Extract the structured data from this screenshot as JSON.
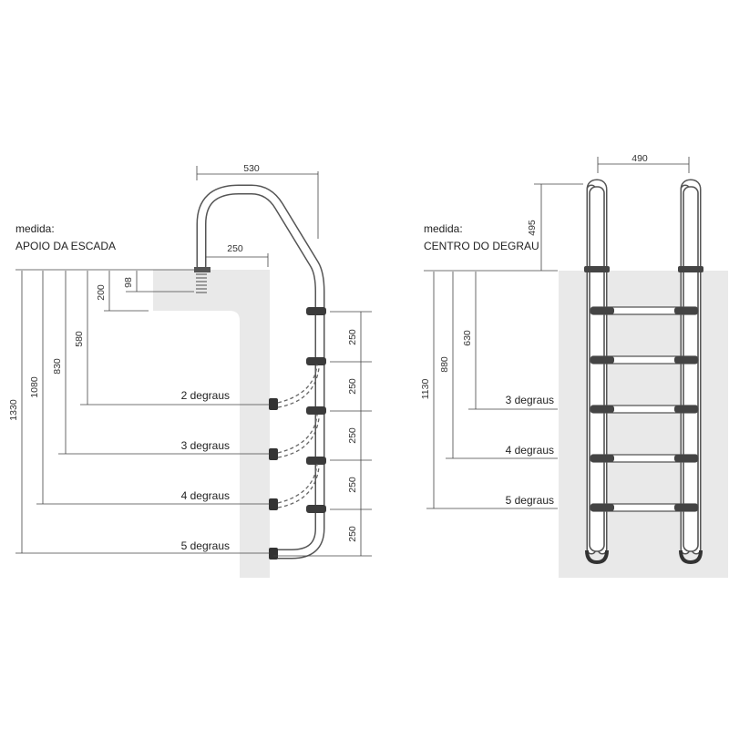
{
  "left_diagram": {
    "heading_line1": "medida:",
    "heading_line2": "APOIO DA ESCADA",
    "dim_width": "530",
    "dim_reach": "250",
    "dim_98": "98",
    "dim_200": "200",
    "dim_580": "580",
    "dim_830": "830",
    "dim_1080": "1080",
    "dim_1330": "1330",
    "step_spacing": [
      "250",
      "250",
      "250",
      "250",
      "250"
    ],
    "steps": [
      "2 degraus",
      "3 degraus",
      "4 degraus",
      "5 degraus"
    ]
  },
  "right_diagram": {
    "heading_line1": "medida:",
    "heading_line2": "CENTRO DO DEGRAU",
    "dim_width": "490",
    "dim_495": "495",
    "dim_630": "630",
    "dim_880": "880",
    "dim_1130": "1130",
    "steps": [
      "3 degraus",
      "4 degraus",
      "5 degraus"
    ]
  }
}
